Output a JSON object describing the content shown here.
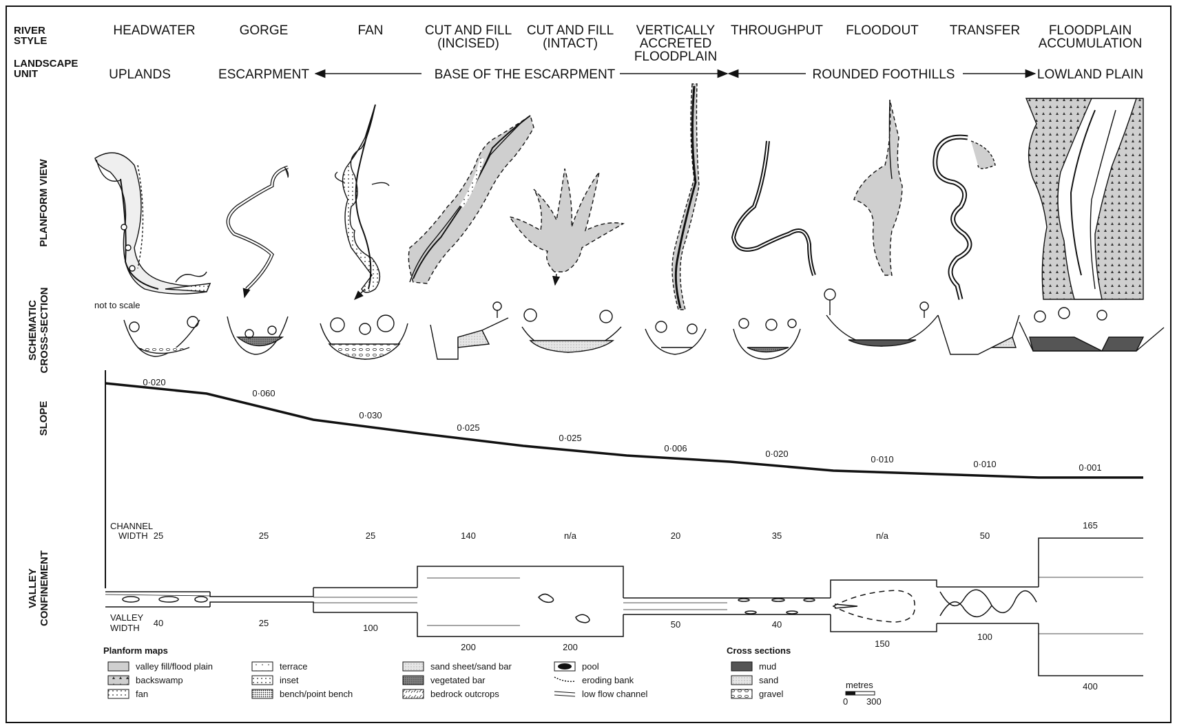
{
  "row_labels": {
    "river_style": [
      "RIVER",
      "STYLE"
    ],
    "landscape_unit": [
      "LANDSCAPE",
      "UNIT"
    ],
    "planform_view": "PLANFORM VIEW",
    "schematic_cross_section": [
      "SCHEMATIC",
      "CROSS-SECTION"
    ],
    "slope": "SLOPE",
    "valley_confinement": [
      "VALLEY",
      "CONFINEMENT"
    ]
  },
  "river_styles": [
    [
      "HEADWATER"
    ],
    [
      "GORGE"
    ],
    [
      "FAN"
    ],
    [
      "CUT AND FILL",
      "(INCISED)"
    ],
    [
      "CUT AND FILL",
      "(INTACT)"
    ],
    [
      "VERTICALLY",
      "ACCRETED",
      "FLOODPLAIN"
    ],
    [
      "THROUGHPUT"
    ],
    [
      "FLOODOUT"
    ],
    [
      "TRANSFER"
    ],
    [
      "FLOODPLAIN",
      "ACCUMULATION"
    ]
  ],
  "landscape_units": [
    "UPLANDS",
    "ESCARPMENT",
    "BASE OF THE ESCARPMENT",
    "ROUNDED FOOTHILLS",
    "LOWLAND PLAIN"
  ],
  "not_to_scale": "not to scale",
  "slope_values": [
    "0·020",
    "0·060",
    "0·030",
    "0·025",
    "0·025",
    "0·006",
    "0·020",
    "0·010",
    "0·010",
    "0·001"
  ],
  "channel_width_label": [
    "CHANNEL",
    "WIDTH"
  ],
  "channel_widths": [
    "25",
    "25",
    "25",
    "140",
    "n/a",
    "20",
    "35",
    "n/a",
    "50",
    "165"
  ],
  "valley_width_label": [
    "VALLEY",
    "WIDTH"
  ],
  "valley_widths": [
    "40",
    "25",
    "100",
    "200",
    "200",
    "50",
    "40",
    "150",
    "100",
    "400"
  ],
  "legend": {
    "planform_title": "Planform maps",
    "planform_items": [
      {
        "label": "valley fill/flood plain",
        "symbol": "grey-fill"
      },
      {
        "label": "backswamp",
        "symbol": "backswamp"
      },
      {
        "label": "fan",
        "symbol": "dots-fine"
      },
      {
        "label": "terrace",
        "symbol": "sparse-dots"
      },
      {
        "label": "inset",
        "symbol": "dots"
      },
      {
        "label": "bench/point bench",
        "symbol": "dense-dots"
      },
      {
        "label": "sand sheet/sand bar",
        "symbol": "stipple"
      },
      {
        "label": "vegetated bar",
        "symbol": "dark-stipple"
      },
      {
        "label": "bedrock outcrops",
        "symbol": "bedrock"
      },
      {
        "label": "pool",
        "symbol": "pool"
      },
      {
        "label": "eroding bank",
        "symbol": "eroding-bank"
      },
      {
        "label": "low flow channel",
        "symbol": "low-flow"
      }
    ],
    "cross_title": "Cross sections",
    "cross_items": [
      {
        "label": "mud",
        "symbol": "mud"
      },
      {
        "label": "sand",
        "symbol": "sand"
      },
      {
        "label": "gravel",
        "symbol": "gravel"
      }
    ],
    "scale_title": "metres",
    "scale_ticks": [
      "0",
      "300"
    ]
  },
  "colors": {
    "line": "#111111",
    "fill_grey": "#cfcfcf",
    "mud": "#555555"
  }
}
